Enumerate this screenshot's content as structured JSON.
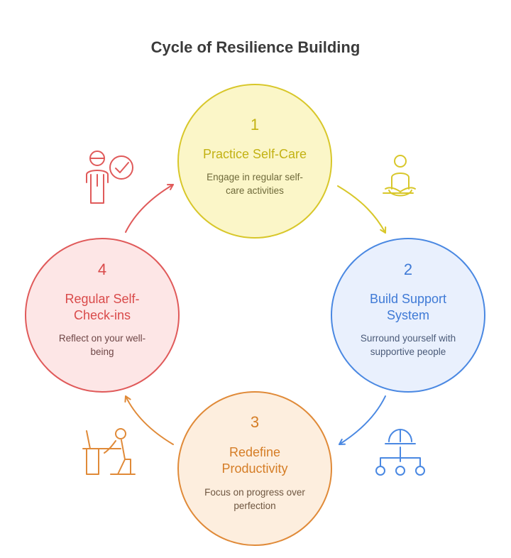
{
  "title": "Cycle of Resilience Building",
  "steps": [
    {
      "number": "1",
      "title_lines": [
        "Practice Self-Care"
      ],
      "desc_lines": [
        "Engage in regular self-",
        "care activities"
      ],
      "color": "#d8c72a",
      "fill": "#fbf6c8",
      "text_color": "#c3b214",
      "icon": "meditation-person-icon"
    },
    {
      "number": "2",
      "title_lines": [
        "Build Support",
        "System"
      ],
      "desc_lines": [
        "Surround yourself with",
        "supportive people"
      ],
      "color": "#4a88e2",
      "fill": "#e9f0fd",
      "text_color": "#3f7ad6",
      "icon": "support-network-icon"
    },
    {
      "number": "3",
      "title_lines": [
        "Redefine",
        "Productivity"
      ],
      "desc_lines": [
        "Focus on progress over",
        "perfection"
      ],
      "color": "#e08a38",
      "fill": "#fdeede",
      "text_color": "#d57d26",
      "icon": "person-at-desk-icon"
    },
    {
      "number": "4",
      "title_lines": [
        "Regular Self-",
        "Check-ins"
      ],
      "desc_lines": [
        "Reflect on your well-",
        "being"
      ],
      "color": "#e05a5a",
      "fill": "#fde6e6",
      "text_color": "#d94a4a",
      "icon": "person-checkmark-icon"
    }
  ]
}
